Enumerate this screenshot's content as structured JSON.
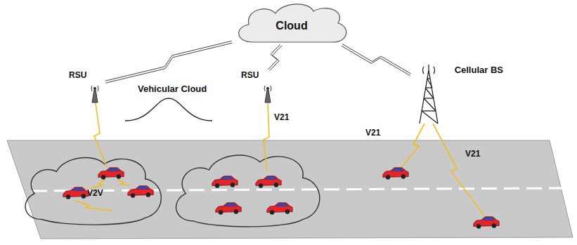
{
  "diagram": {
    "nodes": [
      {
        "text": [
          "Cloud"
        ]
      },
      {
        "text": [
          "RSU"
        ]
      },
      {
        "text": [
          "RSU"
        ]
      },
      {
        "text": [
          "Cellular BS"
        ]
      }
    ],
    "edges": [
      {
        "from": 0,
        "to": 1,
        "arrow": "none"
      },
      {
        "from": 0,
        "to": 2,
        "arrow": "none"
      },
      {
        "from": 0,
        "to": 3,
        "arrow": "none"
      }
    ],
    "labels": [
      "Vehicular Cloud",
      "V2V",
      "V21",
      "V21",
      "V21"
    ]
  }
}
